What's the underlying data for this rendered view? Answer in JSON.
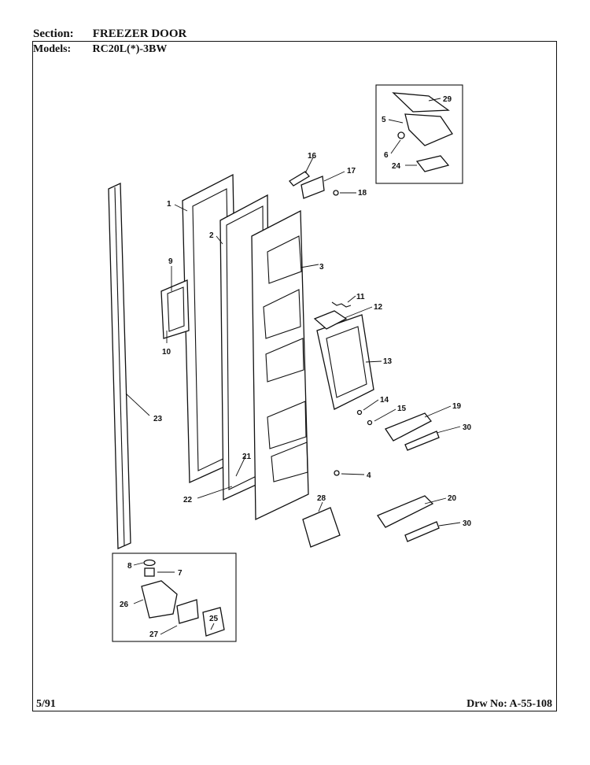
{
  "header": {
    "section_label": "Section:",
    "section_value": "FREEZER DOOR",
    "models_label": "Models:",
    "models_value": "RC20L(*)-3BW"
  },
  "footer": {
    "date": "5/91",
    "drawing_number": "Drw No: A-55-108"
  },
  "callouts": [
    "1",
    "2",
    "3",
    "4",
    "5",
    "6",
    "7",
    "8",
    "9",
    "10",
    "11",
    "12",
    "13",
    "14",
    "15",
    "16",
    "17",
    "18",
    "19",
    "20",
    "21",
    "22",
    "23",
    "24",
    "25",
    "26",
    "27",
    "28",
    "29",
    "30",
    "30"
  ]
}
